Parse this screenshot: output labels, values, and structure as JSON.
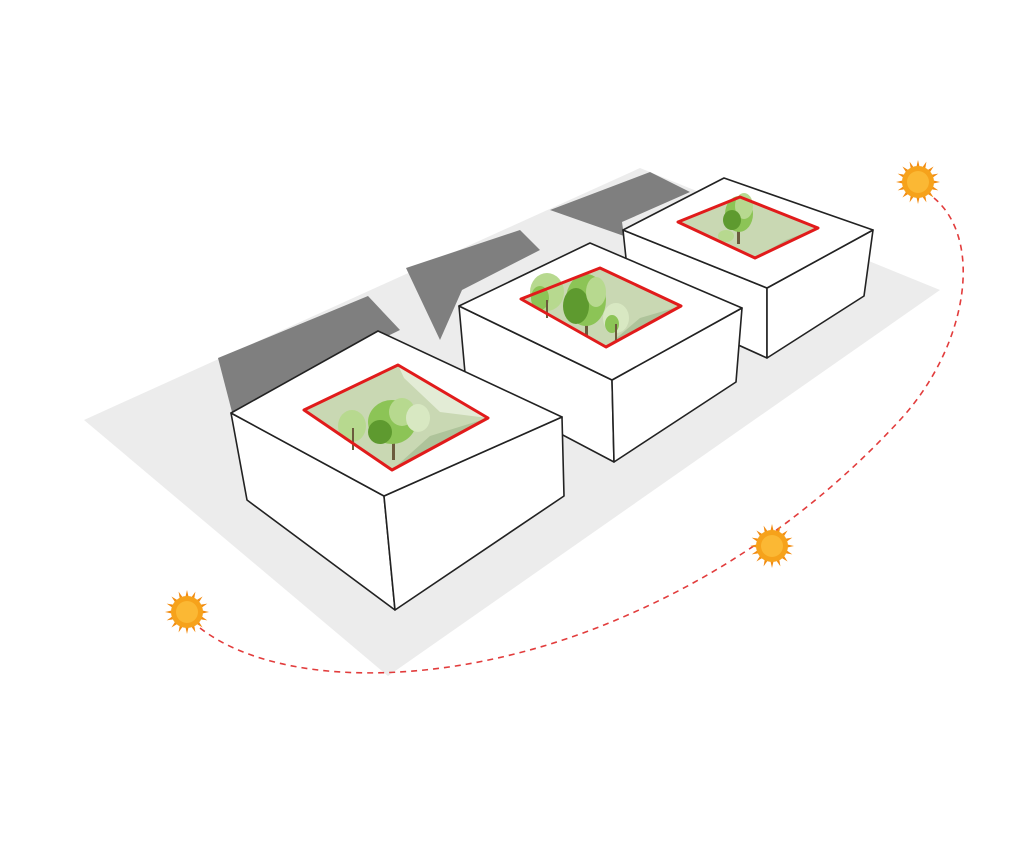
{
  "diagram": {
    "kind": "isometric sun-path and courtyard massing diagram",
    "buildings": [
      {
        "id": "building-1",
        "courtyard": "tree-courtyard"
      },
      {
        "id": "building-2",
        "courtyard": "tree-courtyard"
      },
      {
        "id": "building-3",
        "courtyard": "tree-courtyard"
      }
    ],
    "sun_positions": [
      "sunrise",
      "midday",
      "sunset"
    ],
    "colors": {
      "ground_plane": "#ececec",
      "cast_shadow": "#7f7f7f",
      "building_face": "#ffffff",
      "building_edge": "#222222",
      "courtyard_outline": "#e11b1b",
      "courtyard_floor": "#c9d8b3",
      "sun_path": "#e23c3c",
      "sun_core": "#f6a21b",
      "sun_ray": "#f28c12",
      "tree_light": "#b7d98f",
      "tree_mid": "#8cc456",
      "tree_dark": "#5e9a2f"
    }
  }
}
